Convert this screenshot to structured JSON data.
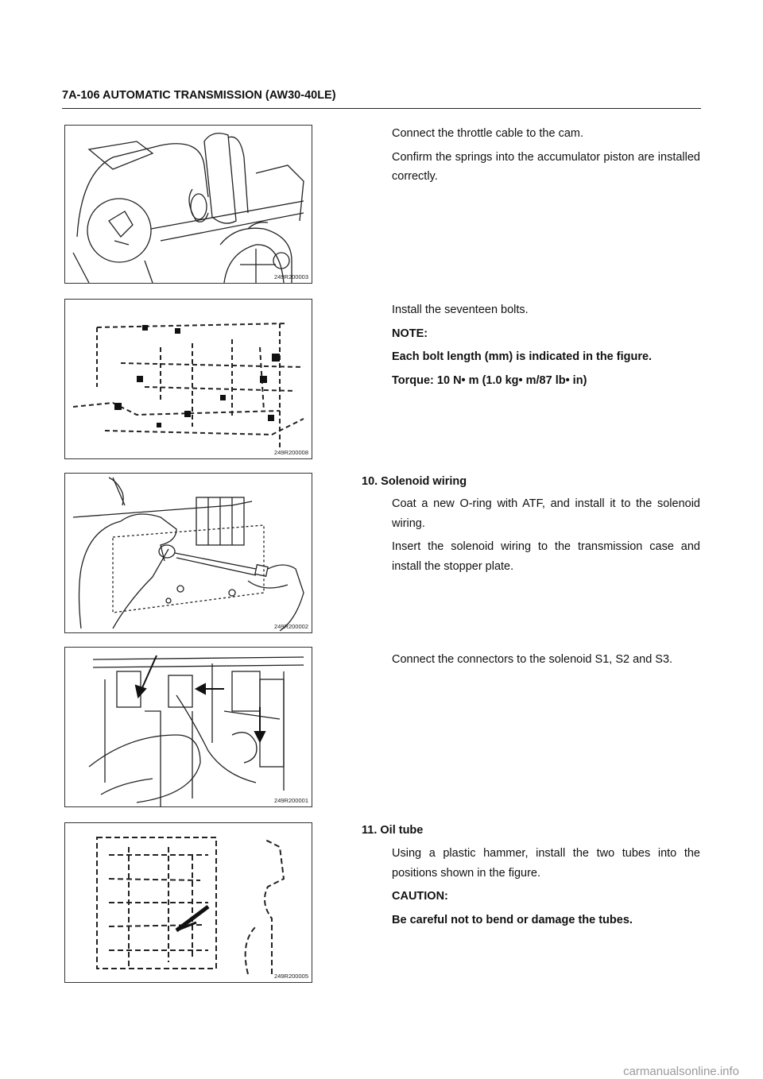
{
  "header": {
    "title": "7A-106  AUTOMATIC TRANSMISSION (AW30-40LE)"
  },
  "figures": [
    {
      "code": "249R200003",
      "icon": "throttle-cable-cam-illustration"
    },
    {
      "code": "249R200008",
      "icon": "valve-body-bolts-diagram"
    },
    {
      "code": "249R200002",
      "icon": "solenoid-wiring-install-illustration"
    },
    {
      "code": "249R200001",
      "icon": "solenoid-connectors-illustration"
    },
    {
      "code": "249R200005",
      "icon": "oil-tube-install-diagram"
    }
  ],
  "sections": {
    "throttle": {
      "line1": "Connect the throttle cable to the cam.",
      "line2": "Confirm the springs into the accumulator piston are installed correctly."
    },
    "bolts": {
      "line1": "Install the seventeen bolts.",
      "note_label": "NOTE:",
      "note": "Each bolt length (mm) is indicated in the figure.",
      "torque": "Torque: 10 N• m (1.0 kg• m/87 lb• in)"
    },
    "solenoid": {
      "title": "10. Solenoid wiring",
      "line1": "Coat a new O-ring with ATF, and install it to the solenoid wiring.",
      "line2": "Insert the solenoid wiring to the transmission case and install the stopper plate."
    },
    "connectors": {
      "line1": "Connect the connectors to the solenoid S1, S2 and S3."
    },
    "oil_tube": {
      "title": "11. Oil tube",
      "line1": "Using a plastic hammer, install the two tubes into the positions shown in the figure.",
      "caution_label": "CAUTION:",
      "caution": "Be careful not to bend or damage the tubes."
    }
  },
  "footer": {
    "watermark": "carmanualsonline.info"
  }
}
